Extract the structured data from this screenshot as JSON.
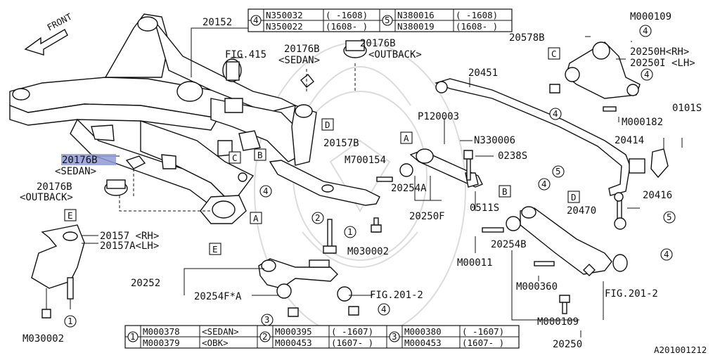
{
  "direction": "FRONT",
  "parts": {
    "p20152": "20152",
    "fig415": "FIG.415",
    "p20176b_sedan_top": "20176B",
    "sedan_top": "<SEDAN>",
    "p20176b_outback_top": "20176B",
    "outback_top": "<OUTBACK>",
    "p20451": "20451",
    "p20578b": "20578B",
    "m000109_top": "M000109",
    "p20250h": "20250H<RH>",
    "p20250i": "20250I <LH>",
    "m000182": "M000182",
    "p01015": "0101S",
    "p120003": "P120003",
    "n330006": "N330006",
    "p0238s": "0238S",
    "p20157b": "20157B",
    "m700154": "M700154",
    "p20254a": "20254A",
    "p20250f": "20250F",
    "p0511s": "0511S",
    "p20414": "20414",
    "p20416": "20416",
    "p20470": "20470",
    "p20176b_sedan_left": "20176B",
    "sedan_left": "<SEDAN>",
    "p20176b_outback_left": "20176B",
    "outback_left": "<OUTBACK>",
    "p20157": "20157 <RH>",
    "p20157a": "20157A<LH>",
    "m030002_left": "M030002",
    "m030002_mid": "M030002",
    "p20252": "20252",
    "p20254f": "20254F*A",
    "fig201_mid": "FIG.201-2",
    "m00011": "M00011",
    "p20254b": "20254B",
    "m000360": "M000360",
    "fig201_right": "FIG.201-2",
    "m000109_bottom": "M000109",
    "p20250": "20250",
    "diagram_id": "A201001212"
  },
  "callouts": {
    "A": "A",
    "B": "B",
    "C": "C",
    "D": "D",
    "E": "E",
    "n1": "1",
    "n2": "2",
    "n3": "3",
    "n4": "4",
    "n5": "5"
  },
  "top_table": {
    "c1_num": "4",
    "c1_r1": [
      "N350032",
      "( -1608)"
    ],
    "c1_r2": [
      "N350022",
      "(1608- )"
    ],
    "c2_num": "5",
    "c2_r1": [
      "N380016",
      "( -1608)"
    ],
    "c2_r2": [
      "N380019",
      "(1608- )"
    ]
  },
  "bottom_table": {
    "c1_num": "1",
    "c1_r1": [
      "M000378",
      "<SEDAN>"
    ],
    "c1_r2": [
      "M000379",
      "<OBK>"
    ],
    "c2_num": "2",
    "c2_r1": [
      "M000395",
      "( -1607)"
    ],
    "c2_r2": [
      "M000453",
      "(1607- )"
    ],
    "c3_num": "3",
    "c3_r1": [
      "M000380",
      "( -1607)"
    ],
    "c3_r2": [
      "M000453",
      "(1607- )"
    ]
  },
  "colors": {
    "highlight": "#8f9ad6",
    "line": "#111111",
    "watermark": "#dcdcdc"
  }
}
